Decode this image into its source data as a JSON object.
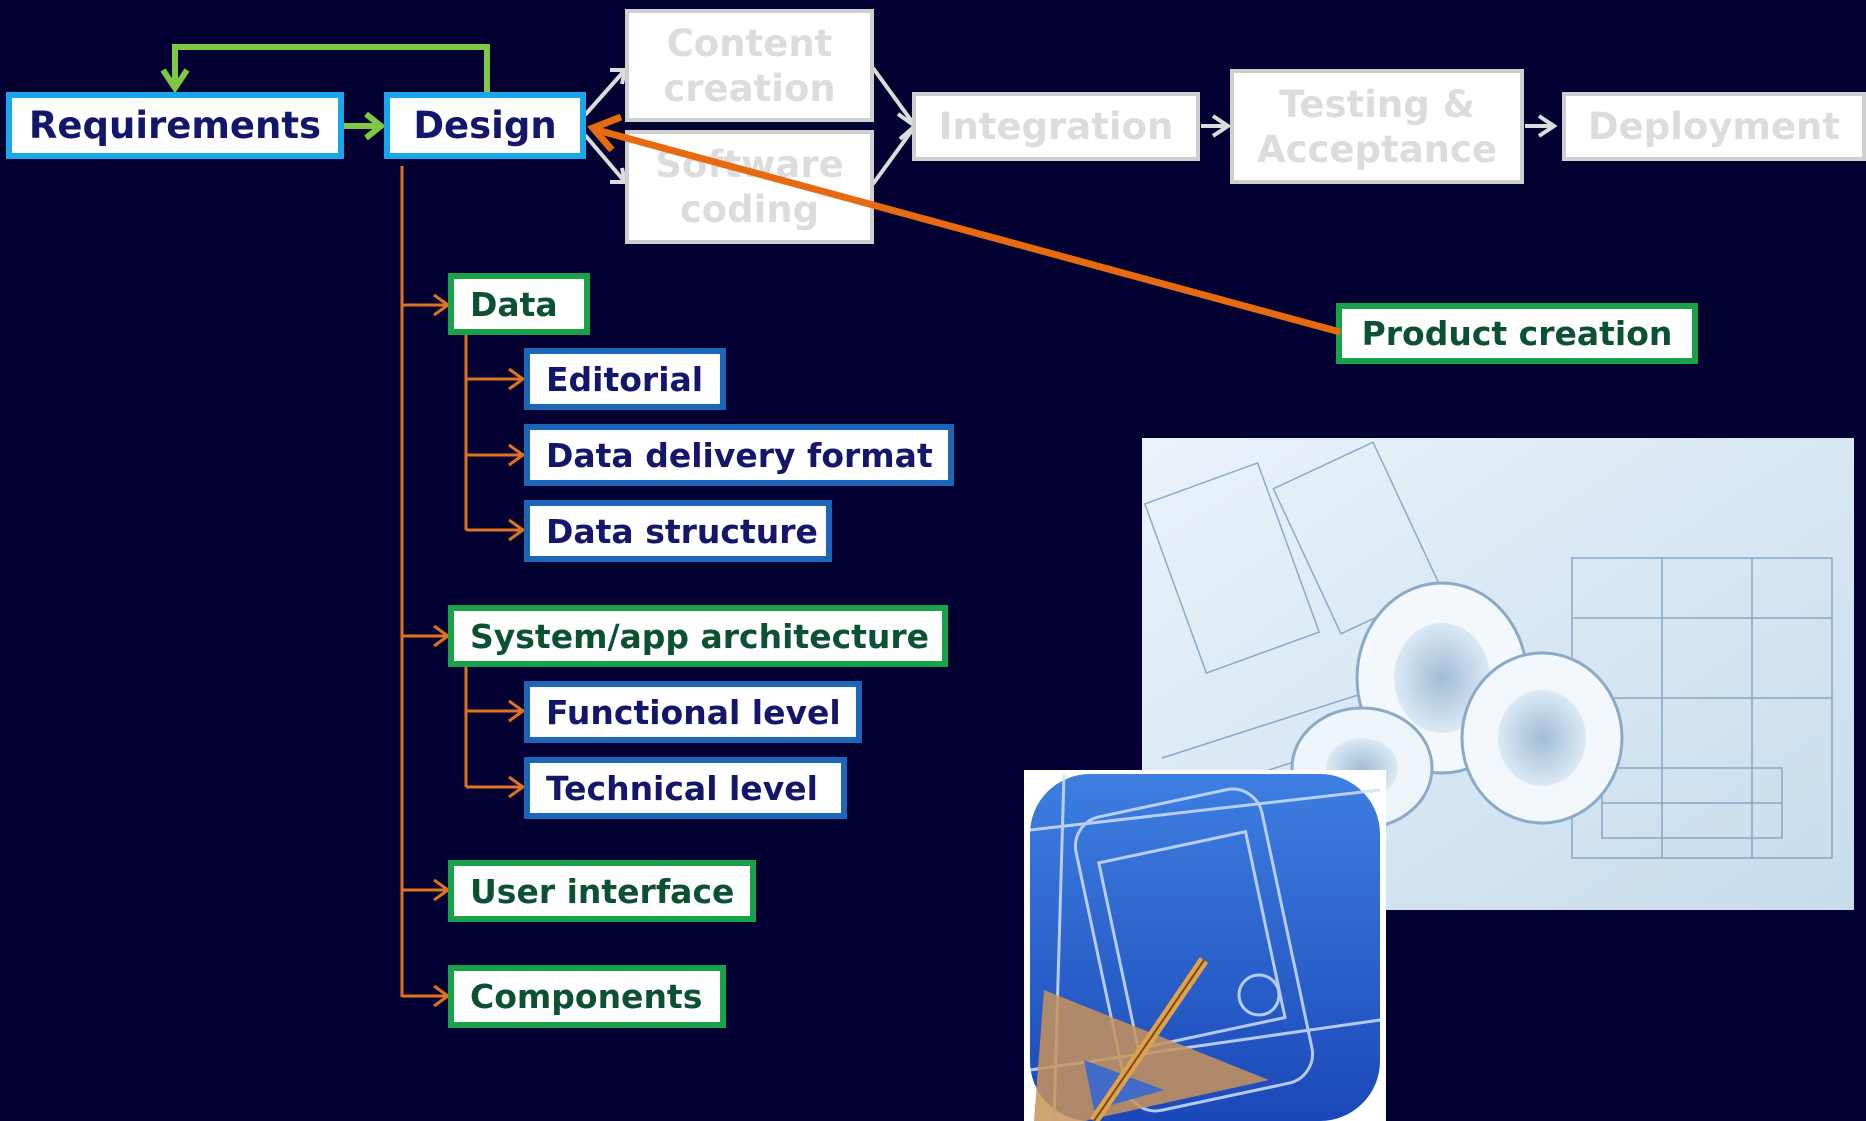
{
  "flow": {
    "requirements": "Requirements",
    "design": "Design",
    "content_creation": [
      "Content",
      "creation"
    ],
    "software_coding": [
      "Software",
      "coding"
    ],
    "integration": "Integration",
    "testing": [
      "Testing &",
      "Acceptance"
    ],
    "deployment": "Deployment"
  },
  "callout": {
    "label": "Product creation"
  },
  "tree": {
    "data": {
      "label": "Data",
      "children": [
        "Editorial",
        "Data delivery format",
        "Data structure"
      ]
    },
    "architecture": {
      "label": "System/app architecture",
      "children": [
        "Functional level",
        "Technical level"
      ]
    },
    "ui": {
      "label": "User interface"
    },
    "components": {
      "label": "Components"
    }
  },
  "colors": {
    "background": "#030132",
    "flow_border": "#1aa6ea",
    "dim_text": "#dcdcdc",
    "category_border": "#1aa24a",
    "subitem_border": "#1b66b7",
    "tree_connector": "#e0731f",
    "feedback_arrow": "#7ec845",
    "callout_arrow": "#e86a10"
  },
  "images": {
    "blueprint": "blueprint-rolls-photo",
    "app_icon": "app-design-blueprint-icon"
  }
}
